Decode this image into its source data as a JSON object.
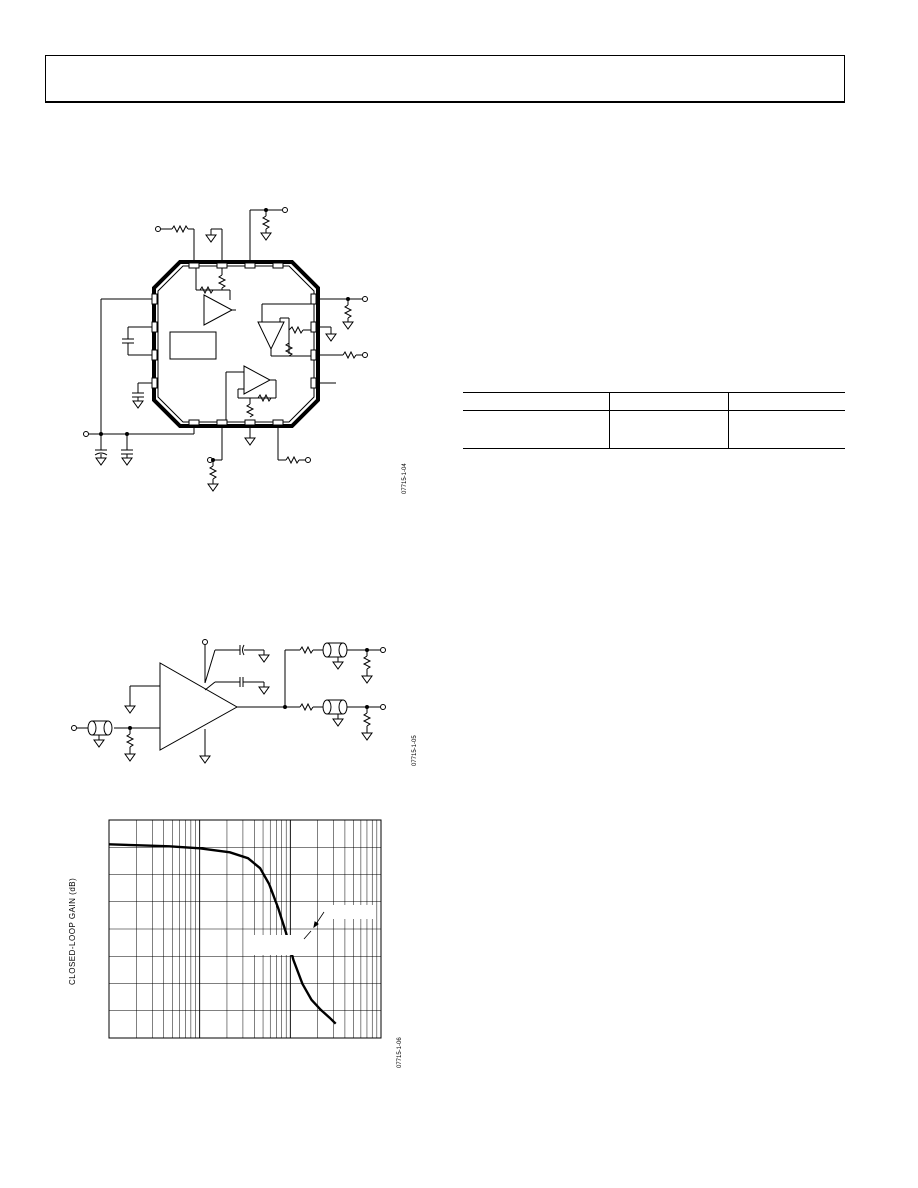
{
  "figures": {
    "fig1_id": "07715-1-04",
    "fig2_id": "07715-1-05",
    "fig3_id": "07715-1-06"
  },
  "chart_data": {
    "type": "line",
    "ylabel": "CLOSED-LOOP GAIN (dB)",
    "xlabel": "",
    "title": "",
    "x_scale": "log",
    "grid": true,
    "series": [
      {
        "x": [
          1,
          2,
          3,
          4,
          5,
          5.6,
          6.0,
          6.3,
          6.6,
          6.85,
          7.1,
          7.4,
          7.7,
          8.0,
          8.3,
          8.5
        ],
        "y": [
          0.0,
          -0.05,
          -0.1,
          -0.2,
          -0.4,
          -0.7,
          -1.2,
          -2.0,
          -3.2,
          -4.4,
          -5.8,
          -7.0,
          -7.8,
          -8.3,
          -8.7,
          -9.0
        ]
      }
    ],
    "grid_rows": 8,
    "decades": 3,
    "annotations": [
      "",
      ""
    ]
  }
}
